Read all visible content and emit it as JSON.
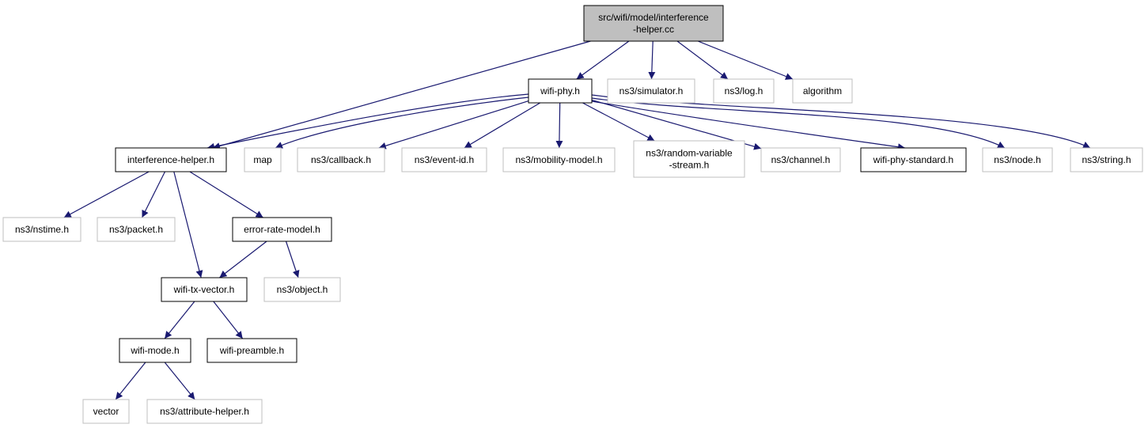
{
  "graph": {
    "title": "",
    "colors": {
      "edge": "#191970",
      "root_fill": "#bfbfbf",
      "internal_border": "#000000",
      "external_border": "#bfbfbf",
      "node_fill": "#ffffff"
    },
    "nodes": [
      {
        "id": "root",
        "lines": [
          "src/wifi/model/interference",
          "-helper.cc"
        ],
        "kind": "root"
      },
      {
        "id": "wifi_phy",
        "lines": [
          "wifi-phy.h"
        ],
        "kind": "internal"
      },
      {
        "id": "simulator",
        "lines": [
          "ns3/simulator.h"
        ],
        "kind": "external"
      },
      {
        "id": "log",
        "lines": [
          "ns3/log.h"
        ],
        "kind": "external"
      },
      {
        "id": "algorithm",
        "lines": [
          "algorithm"
        ],
        "kind": "external"
      },
      {
        "id": "interference_helper",
        "lines": [
          "interference-helper.h"
        ],
        "kind": "internal"
      },
      {
        "id": "map",
        "lines": [
          "map"
        ],
        "kind": "external"
      },
      {
        "id": "callback",
        "lines": [
          "ns3/callback.h"
        ],
        "kind": "external"
      },
      {
        "id": "event_id",
        "lines": [
          "ns3/event-id.h"
        ],
        "kind": "external"
      },
      {
        "id": "mobility_model",
        "lines": [
          "ns3/mobility-model.h"
        ],
        "kind": "external"
      },
      {
        "id": "random_variable",
        "lines": [
          "ns3/random-variable",
          "-stream.h"
        ],
        "kind": "external"
      },
      {
        "id": "channel",
        "lines": [
          "ns3/channel.h"
        ],
        "kind": "external"
      },
      {
        "id": "wifi_phy_standard",
        "lines": [
          "wifi-phy-standard.h"
        ],
        "kind": "internal"
      },
      {
        "id": "node",
        "lines": [
          "ns3/node.h"
        ],
        "kind": "external"
      },
      {
        "id": "string",
        "lines": [
          "ns3/string.h"
        ],
        "kind": "external"
      },
      {
        "id": "nstime",
        "lines": [
          "ns3/nstime.h"
        ],
        "kind": "external"
      },
      {
        "id": "packet",
        "lines": [
          "ns3/packet.h"
        ],
        "kind": "external"
      },
      {
        "id": "error_rate_model",
        "lines": [
          "error-rate-model.h"
        ],
        "kind": "internal"
      },
      {
        "id": "wifi_tx_vector",
        "lines": [
          "wifi-tx-vector.h"
        ],
        "kind": "internal"
      },
      {
        "id": "object",
        "lines": [
          "ns3/object.h"
        ],
        "kind": "external"
      },
      {
        "id": "wifi_mode",
        "lines": [
          "wifi-mode.h"
        ],
        "kind": "internal"
      },
      {
        "id": "wifi_preamble",
        "lines": [
          "wifi-preamble.h"
        ],
        "kind": "internal"
      },
      {
        "id": "vector",
        "lines": [
          "vector"
        ],
        "kind": "external"
      },
      {
        "id": "attribute_helper",
        "lines": [
          "ns3/attribute-helper.h"
        ],
        "kind": "external"
      }
    ],
    "edges": [
      {
        "from": "root",
        "to": "wifi_phy"
      },
      {
        "from": "root",
        "to": "simulator"
      },
      {
        "from": "root",
        "to": "log"
      },
      {
        "from": "root",
        "to": "algorithm"
      },
      {
        "from": "root",
        "to": "interference_helper"
      },
      {
        "from": "wifi_phy",
        "to": "interference_helper"
      },
      {
        "from": "wifi_phy",
        "to": "map"
      },
      {
        "from": "wifi_phy",
        "to": "callback"
      },
      {
        "from": "wifi_phy",
        "to": "event_id"
      },
      {
        "from": "wifi_phy",
        "to": "mobility_model"
      },
      {
        "from": "wifi_phy",
        "to": "random_variable"
      },
      {
        "from": "wifi_phy",
        "to": "channel"
      },
      {
        "from": "wifi_phy",
        "to": "wifi_phy_standard"
      },
      {
        "from": "wifi_phy",
        "to": "node"
      },
      {
        "from": "wifi_phy",
        "to": "string"
      },
      {
        "from": "interference_helper",
        "to": "nstime"
      },
      {
        "from": "interference_helper",
        "to": "packet"
      },
      {
        "from": "interference_helper",
        "to": "error_rate_model"
      },
      {
        "from": "interference_helper",
        "to": "wifi_tx_vector"
      },
      {
        "from": "error_rate_model",
        "to": "wifi_tx_vector"
      },
      {
        "from": "error_rate_model",
        "to": "object"
      },
      {
        "from": "wifi_tx_vector",
        "to": "wifi_mode"
      },
      {
        "from": "wifi_tx_vector",
        "to": "wifi_preamble"
      },
      {
        "from": "wifi_mode",
        "to": "vector"
      },
      {
        "from": "wifi_mode",
        "to": "attribute_helper"
      }
    ]
  }
}
